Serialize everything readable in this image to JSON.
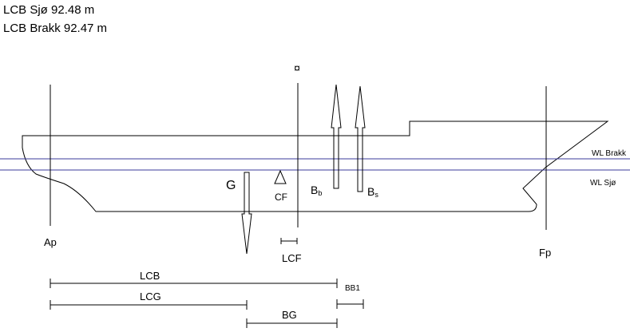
{
  "header": {
    "lcb_sea": "LCB Sjø 92.48 m",
    "lcb_brackish": "LCB  Brakk 92.47 m"
  },
  "labels": {
    "midship_symbol": "¤",
    "ap": "Ap",
    "fp": "Fp",
    "g": "G",
    "cf": "CF",
    "b_base": "B",
    "bb_sub": "b",
    "bs_sub": "s",
    "wl_brackish": "WL Brakk",
    "wl_sea": "WL Sjø",
    "lcf": "LCF",
    "lcb": "LCB",
    "lcg": "LCG",
    "bg": "BG",
    "bb1": "BB1"
  },
  "colors": {
    "waterline": "#3b3b9b",
    "stroke": "#000000"
  }
}
